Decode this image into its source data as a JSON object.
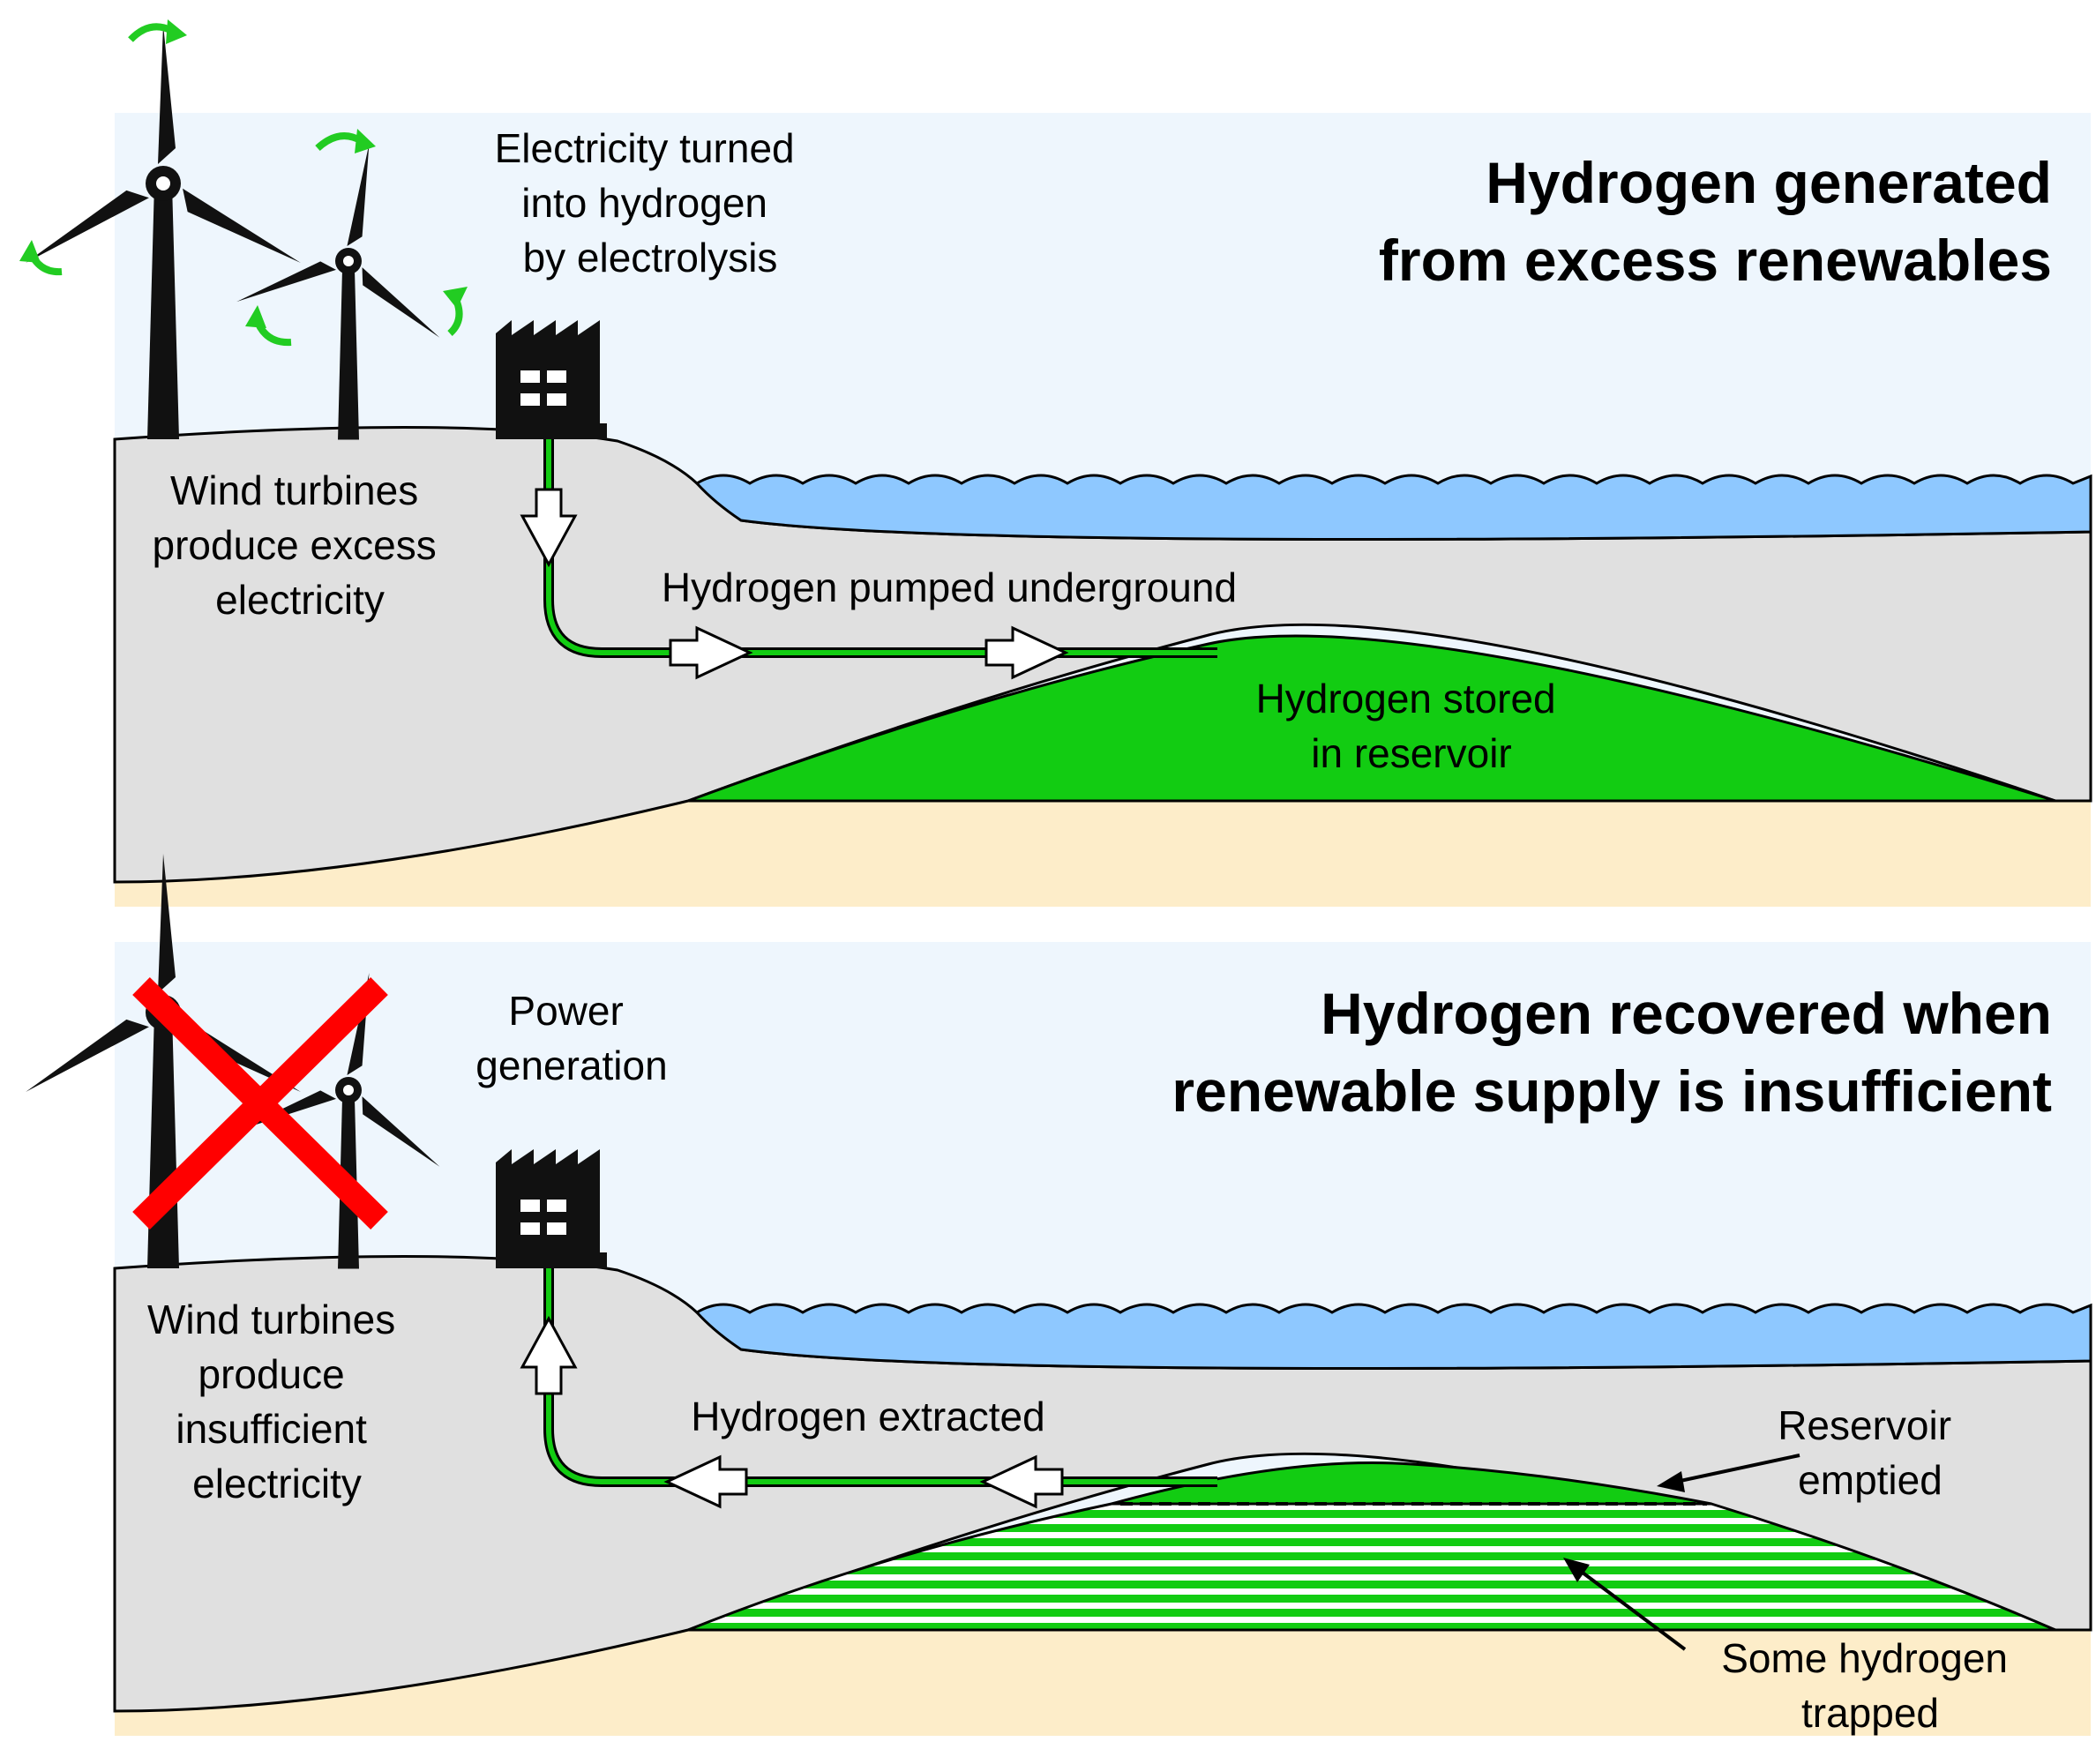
{
  "colors": {
    "sky": "#eef6fd",
    "ground": "#e0e0e0",
    "water": "#8ec8ff",
    "bedrock": "#fdedc9",
    "hydrogen": "#12cc12",
    "cross": "#ff0000",
    "rotation_arrow": "#22cc22"
  },
  "panels": [
    {
      "id": "top",
      "title_line1": "Hydrogen generated",
      "title_line2": "from excess renewables",
      "turbines_label": [
        "Wind turbines",
        "produce excess",
        "electricity"
      ],
      "facility_label": [
        "Electricity turned",
        "into hydrogen",
        "by electrolysis"
      ],
      "pipe_label": "Hydrogen pumped underground",
      "reservoir_label": [
        "Hydrogen stored",
        "in reservoir"
      ],
      "flow_direction": "down-and-right",
      "turbines_state": "spinning"
    },
    {
      "id": "bottom",
      "title_line1": "Hydrogen recovered when",
      "title_line2": "renewable supply is insufficient",
      "turbines_label": [
        "Wind turbines",
        "produce",
        "insufficient",
        "electricity"
      ],
      "facility_label": [
        "Power",
        "generation"
      ],
      "pipe_label": "Hydrogen extracted",
      "reservoir_emptied_label": [
        "Reservoir",
        "emptied"
      ],
      "trapped_label": [
        "Some hydrogen",
        "trapped"
      ],
      "flow_direction": "left-and-up",
      "turbines_state": "stopped"
    }
  ],
  "icons": {
    "turbine": "wind-turbine-icon",
    "factory": "factory-icon",
    "rotation": "rotation-arrow-icon",
    "cross": "cross-icon"
  }
}
